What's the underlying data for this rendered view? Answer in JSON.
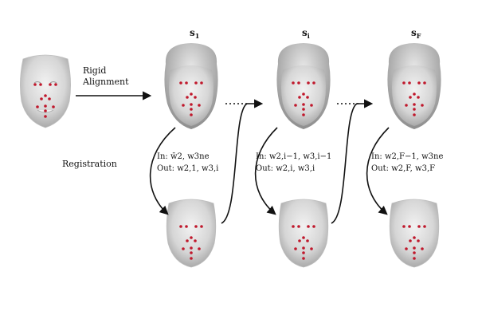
{
  "initial_label": "Rigid\nAlignment",
  "initial_label_lines": [
    "Rigid",
    "Alignment"
  ],
  "registration_label": "Registration",
  "headers": [
    {
      "base": "s",
      "sub": "1"
    },
    {
      "base": "s",
      "sub": "i"
    },
    {
      "base": "s",
      "sub": "F"
    }
  ],
  "io_blocks": [
    {
      "in": "In: w̄2, w3ne",
      "out": "Out: w2,1, w3,i"
    },
    {
      "in": "In: w2,i−1, w3,i−1",
      "out": "Out: w2,i, w3,i"
    },
    {
      "in": "In: w2,F−1, w3ne",
      "out": "Out: w2,F, w3,F"
    }
  ],
  "colors": {
    "skin": "#d9d9d9",
    "landmark": "#c0182c",
    "ink": "#111111"
  }
}
